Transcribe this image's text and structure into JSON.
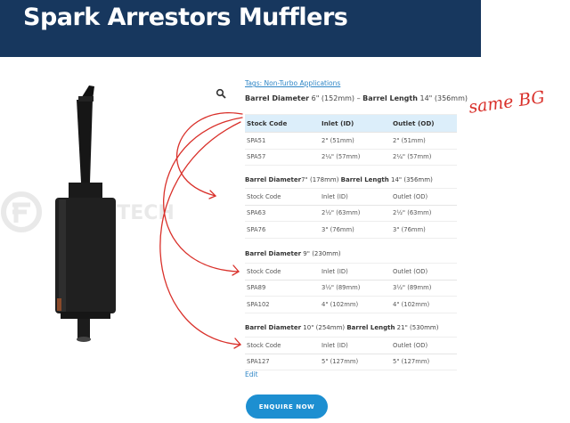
{
  "banner": {
    "title": "Spark Arrestors Mufflers"
  },
  "product": {
    "watermark_text": "FLOWTECH"
  },
  "tags": "Tags: Non-Turbo Applications",
  "header_spec": {
    "k1": "Barrel Diameter",
    "v1": " 6\" (152mm) – ",
    "k2": "Barrel Length",
    "v2": " 14\" (356mm)"
  },
  "tables": [
    {
      "columns": [
        "Stock Code",
        "Inlet (ID)",
        "Outlet (OD)"
      ],
      "rows": [
        [
          "SPA51",
          "2\" (51mm)",
          "2\" (51mm)"
        ],
        [
          "SPA57",
          "2¼\" (57mm)",
          "2¼\" (57mm)"
        ]
      ]
    },
    {
      "spec": {
        "k1": "Barrel Diameter",
        "v1": "7\" (178mm) ",
        "k2": "Barrel Length",
        "v2": " 14\" (356mm)"
      },
      "columns": [
        "Stock Code",
        "Inlet (ID)",
        "Outlet (OD)"
      ],
      "rows": [
        [
          "SPA63",
          "2½\" (63mm)",
          "2½\" (63mm)"
        ],
        [
          "SPA76",
          "3\" (76mm)",
          "3\" (76mm)"
        ]
      ]
    },
    {
      "spec": {
        "k1": "Barrel Diameter",
        "v1": " 9\" (230mm)"
      },
      "columns": [
        "Stock Code",
        "Inlet (ID)",
        "Outlet (OD)"
      ],
      "rows": [
        [
          "SPA89",
          "3½\" (89mm)",
          "3½\" (89mm)"
        ],
        [
          "SPA102",
          "4\" (102mm)",
          "4\" (102mm)"
        ]
      ]
    },
    {
      "spec": {
        "k1": "Barrel Diameter",
        "v1": " 10\" (254mm) ",
        "k2": "Barrel Length",
        "v2": " 21\" (530mm)"
      },
      "columns": [
        "Stock Code",
        "Inlet (ID)",
        "Outlet (OD)"
      ],
      "rows": [
        [
          "SPA127",
          "5\" (127mm)",
          "5\" (127mm)"
        ]
      ]
    }
  ],
  "edit_label": "Edit",
  "enquire_label": "ENQUIRE NOW",
  "annotation": {
    "text": "same BG",
    "color": "#d9302a"
  },
  "colors": {
    "banner": "#17375e",
    "accent": "#1d8fd1",
    "header_row": "#dceefa"
  },
  "icons": {
    "search": "search-icon"
  }
}
